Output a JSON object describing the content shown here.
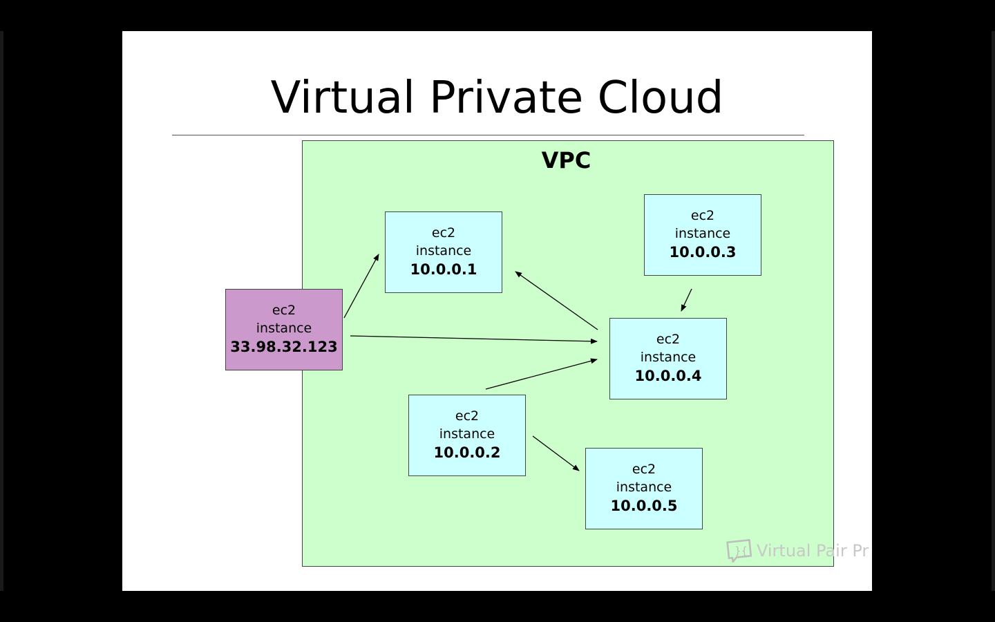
{
  "slide": {
    "title": "Virtual Private Cloud",
    "vpc_label": "VPC"
  },
  "nodes": {
    "external": {
      "line1": "ec2",
      "line2": "instance",
      "ip": "33.98.32.123"
    },
    "n1": {
      "line1": "ec2",
      "line2": "instance",
      "ip": "10.0.0.1"
    },
    "n2": {
      "line1": "ec2",
      "line2": "instance",
      "ip": "10.0.0.2"
    },
    "n3": {
      "line1": "ec2",
      "line2": "instance",
      "ip": "10.0.0.3"
    },
    "n4": {
      "line1": "ec2",
      "line2": "instance",
      "ip": "10.0.0.4"
    },
    "n5": {
      "line1": "ec2",
      "line2": "instance",
      "ip": "10.0.0.5"
    }
  },
  "edges": [
    {
      "from": "33.98.32.123",
      "to": "10.0.0.1"
    },
    {
      "from": "33.98.32.123",
      "to": "10.0.0.4"
    },
    {
      "from": "10.0.0.4",
      "to": "10.0.0.1"
    },
    {
      "from": "10.0.0.3",
      "to": "10.0.0.4"
    },
    {
      "from": "10.0.0.2",
      "to": "10.0.0.4"
    },
    {
      "from": "10.0.0.2",
      "to": "10.0.0.5"
    }
  ],
  "watermark": {
    "text": "Virtual Pair Pr",
    "icon": "speech-bracket-logo-icon"
  },
  "colors": {
    "vpc_fill": "#ccffcc",
    "node_fill": "#ccffff",
    "external_fill": "#cc99cc",
    "background": "#000000"
  }
}
